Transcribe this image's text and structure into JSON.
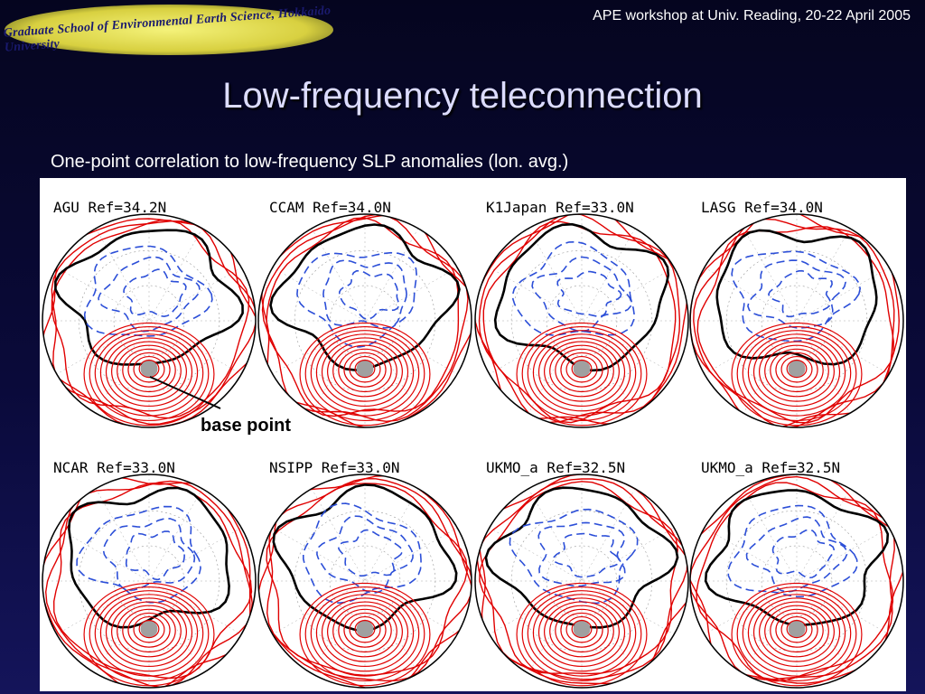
{
  "header": {
    "logo_text": "Graduate School of Environmental Earth Science, Hokkaido University",
    "workshop": "APE workshop at Univ. Reading, 20-22 April 2005"
  },
  "slide": {
    "title": "Low-frequency teleconnection",
    "subtitle": "One-point correlation to low-frequency SLP anomalies (lon. avg.)"
  },
  "figure": {
    "panels": [
      {
        "label": "AGU  Ref=34.2N"
      },
      {
        "label": "CCAM  Ref=34.0N"
      },
      {
        "label": "K1Japan  Ref=33.0N"
      },
      {
        "label": "LASG  Ref=34.0N"
      },
      {
        "label": "NCAR  Ref=33.0N"
      },
      {
        "label": "NSIPP  Ref=33.0N"
      },
      {
        "label": "UKMO_a  Ref=32.5N"
      },
      {
        "label": "UKMO_a  Ref=32.5N"
      }
    ],
    "annotation": "base point",
    "colors": {
      "positive": "#e00000",
      "negative": "#2c4fd8",
      "zero": "#000000",
      "shade": "#a0a0a0"
    }
  }
}
